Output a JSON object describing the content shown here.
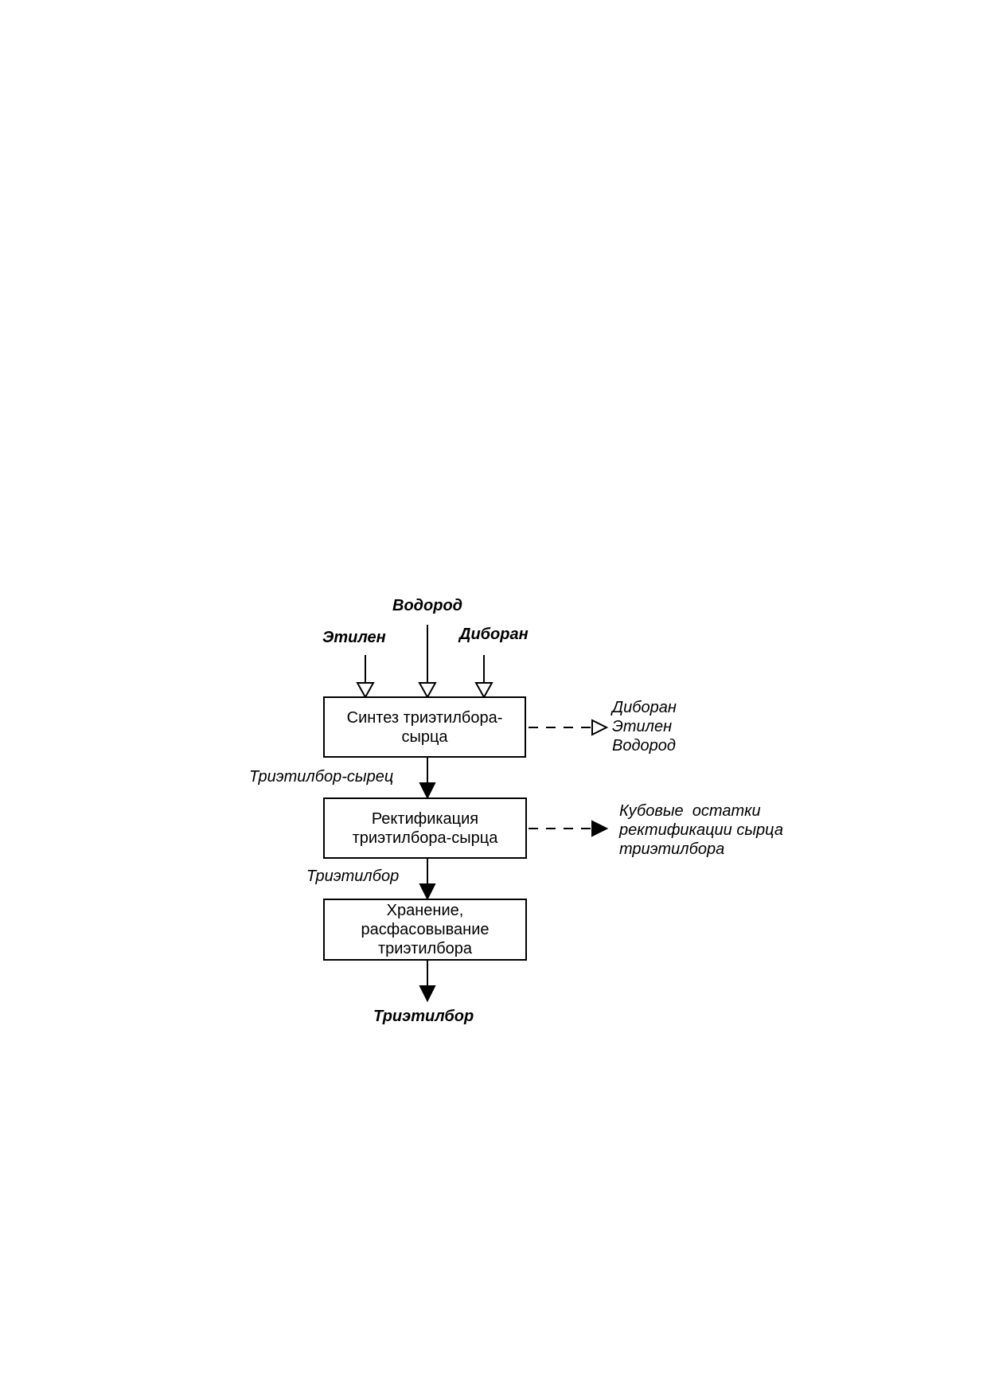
{
  "inputs": {
    "hydrogen": "Водород",
    "ethylene": "Этилен",
    "diborane": "Диборан"
  },
  "steps": [
    {
      "lines": [
        "Синтез триэтилбора-",
        "сырца"
      ]
    },
    {
      "lines": [
        "Ректификация",
        "триэтилбора-сырца"
      ]
    },
    {
      "lines": [
        "Хранение,",
        "расфасовывание",
        "триэтилбора"
      ]
    }
  ],
  "flows": {
    "crude": "Триэтилбор-сырец",
    "product_mid": "Триэтилбор",
    "product_final": "Триэтилбор"
  },
  "outputs": {
    "synthesis_gases": [
      "Диборан",
      "Этилен",
      "Водород"
    ],
    "still_residue": [
      "Кубовые  остатки",
      "ректификации сырца",
      "триэтилбора"
    ]
  }
}
